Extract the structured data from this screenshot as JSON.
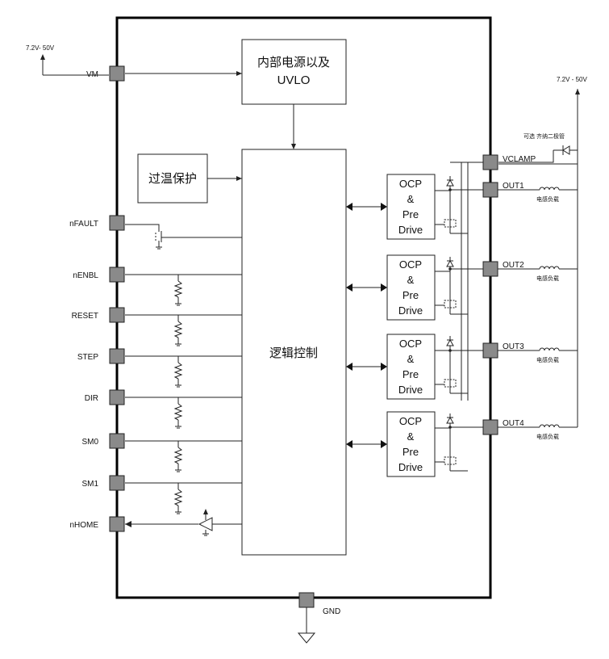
{
  "supply": {
    "left_voltage": "7.2V- 50V",
    "right_voltage": "7.2V - 50V"
  },
  "blocks": {
    "power": {
      "line1": "内部电源以及",
      "line2": "UVLO"
    },
    "thermal": "过温保护",
    "logic": "逻辑控制",
    "ocp": {
      "line1": "OCP",
      "line2": "&",
      "line3": "Pre",
      "line4": "Drive"
    }
  },
  "pins_left": [
    "VM",
    "nFAULT",
    "nENBL",
    "RESET",
    "STEP",
    "DIR",
    "SM0",
    "SM1",
    "nHOME"
  ],
  "pins_right": [
    "VCLAMP",
    "OUT1",
    "OUT2",
    "OUT3",
    "OUT4"
  ],
  "pin_bottom": "GND",
  "zener_label": "可选 齐纳二极管",
  "load_label": "电感负载",
  "colors": {
    "pin_fill": "#8a8a8a",
    "line": "#222222",
    "border": "#000000"
  }
}
